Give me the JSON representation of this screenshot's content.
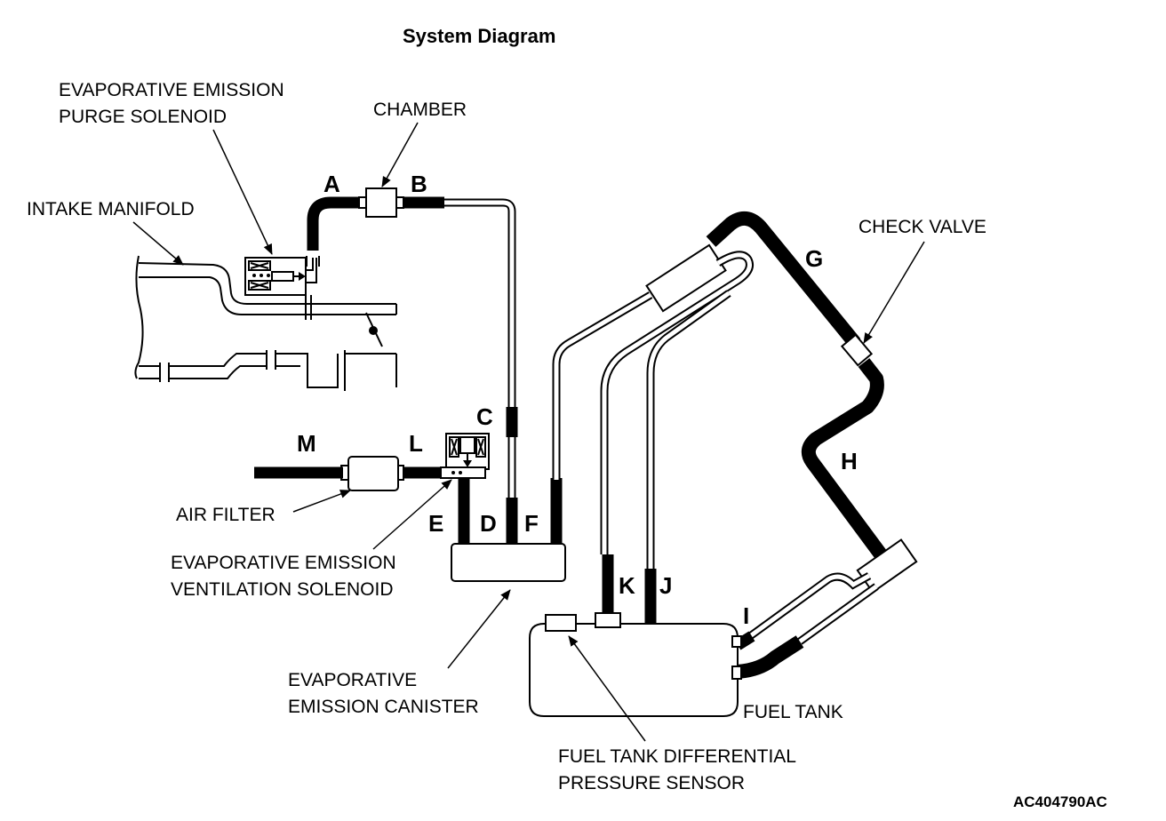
{
  "title": "System Diagram",
  "figure_id": "AC404790AC",
  "components": {
    "purge_solenoid": [
      "EVAPORATIVE EMISSION",
      "PURGE SOLENOID"
    ],
    "chamber": "CHAMBER",
    "intake_manifold": "INTAKE MANIFOLD",
    "check_valve": "CHECK VALVE",
    "air_filter": "AIR FILTER",
    "ventilation_solenoid": [
      "EVAPORATIVE EMISSION",
      "VENTILATION SOLENOID"
    ],
    "canister": [
      "EVAPORATIVE",
      "EMISSION CANISTER"
    ],
    "fuel_tank": "FUEL TANK",
    "pressure_sensor": [
      "FUEL TANK DIFFERENTIAL",
      "PRESSURE SENSOR"
    ]
  },
  "hose_labels": {
    "A": "A",
    "B": "B",
    "C": "C",
    "D": "D",
    "E": "E",
    "F": "F",
    "G": "G",
    "H": "H",
    "I": "I",
    "J": "J",
    "K": "K",
    "L": "L",
    "M": "M"
  }
}
